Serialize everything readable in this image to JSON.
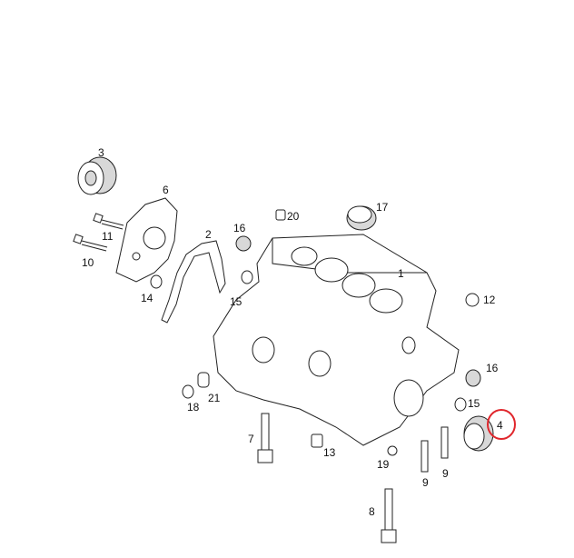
{
  "diagram": {
    "labels": [
      "3",
      "6",
      "11",
      "10",
      "14",
      "2",
      "16",
      "20",
      "17",
      "1",
      "12",
      "15",
      "16",
      "15",
      "4",
      "18",
      "21",
      "7",
      "13",
      "19",
      "9",
      "9",
      "8"
    ],
    "highlighted_label": "4",
    "highlight_color": "#e0262c"
  }
}
